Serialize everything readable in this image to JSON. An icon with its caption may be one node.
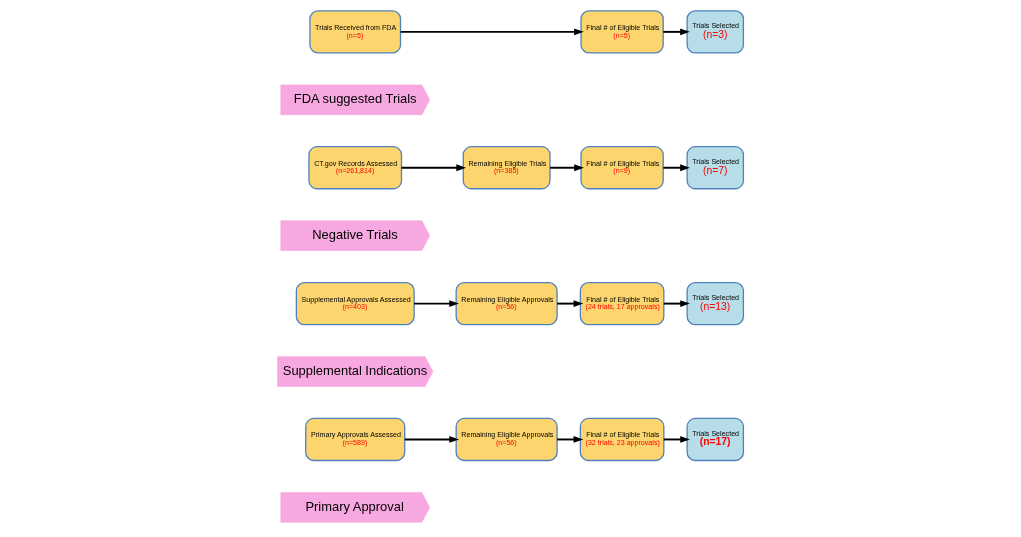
{
  "diagram": {
    "nodes": [
      {
        "text": [
          "Primary Approval"
        ]
      },
      {
        "text": [
          "Primary Approvals Assessed",
          "(n=589)"
        ]
      },
      {
        "text": [
          "Remaining Eligible Approvals",
          "(n=56)"
        ]
      },
      {
        "text": [
          "Final # of Eligible Trials",
          "(32 trials, 23 approvals)"
        ]
      },
      {
        "text": [
          "Trials Selected",
          "(n=17)"
        ]
      },
      {
        "text": [
          "Supplemental Indications"
        ]
      },
      {
        "text": [
          "Supplemental Approvals Assessed",
          "(n=403)"
        ]
      },
      {
        "text": [
          "Remaining Eligible Approvals",
          "(n=56)"
        ]
      },
      {
        "text": [
          "Final # of Eligible Trials",
          "(24 trials, 17 approvals)"
        ]
      },
      {
        "text": [
          "Trials Selected",
          "(n=13)"
        ]
      },
      {
        "text": [
          "Negative Trials"
        ]
      },
      {
        "text": [
          "CT.gov Records Assessed",
          "(n=261,814)"
        ]
      },
      {
        "text": [
          "Remaining Eligible Trials",
          "(n=385)"
        ]
      },
      {
        "text": [
          "Final # of Eligible Trials",
          "(n=9)"
        ]
      },
      {
        "text": [
          "Trials Selected",
          "(n=7)"
        ]
      },
      {
        "text": [
          "FDA suggested Trials"
        ]
      },
      {
        "text": [
          "Trials Received from FDA",
          "(n=5)"
        ]
      },
      {
        "text": [
          "Final # of Eligible Trials",
          "(n=5)"
        ]
      },
      {
        "text": [
          "Trials Selected",
          "(n=3)"
        ]
      }
    ],
    "edges": [
      {
        "from": 1,
        "to": 2,
        "arrow": "to"
      },
      {
        "from": 2,
        "to": 3,
        "arrow": "to"
      },
      {
        "from": 3,
        "to": 4,
        "arrow": "to"
      },
      {
        "from": 6,
        "to": 7,
        "arrow": "to"
      },
      {
        "from": 7,
        "to": 8,
        "arrow": "to"
      },
      {
        "from": 8,
        "to": 9,
        "arrow": "to"
      },
      {
        "from": 11,
        "to": 12,
        "arrow": "to"
      },
      {
        "from": 12,
        "to": 13,
        "arrow": "to"
      },
      {
        "from": 13,
        "to": 14,
        "arrow": "to"
      },
      {
        "from": 16,
        "to": 17,
        "arrow": "to"
      },
      {
        "from": 17,
        "to": 18,
        "arrow": "to"
      }
    ]
  }
}
